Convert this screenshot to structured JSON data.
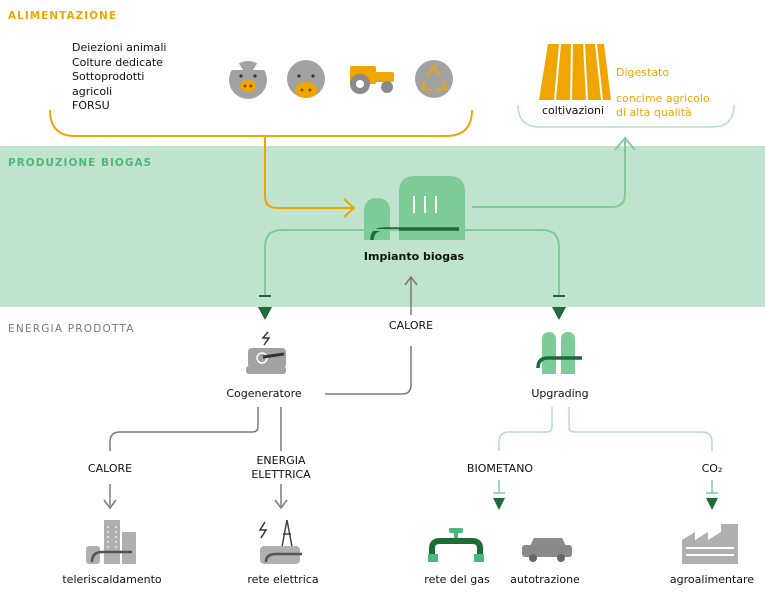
{
  "sections": {
    "alimentazione": "ALIMENTAZIONE",
    "produzione": "PRODUZIONE BIOGAS",
    "energia": "ENERGIA PRODOTTA"
  },
  "inputs": [
    "Deiezioni animali",
    "Colture dedicate",
    "Sottoprodotti",
    "agricoli",
    "FORSU"
  ],
  "input_icons": [
    "pig-icon",
    "cow-icon",
    "tractor-icon",
    "recycle-icon"
  ],
  "field": {
    "label": "coltivazioni",
    "digestato": "Digestato",
    "concime_line1": "concime agricolo",
    "concime_line2": "di alta qualità"
  },
  "plant": {
    "label": "Impianto biogas"
  },
  "calore_return": "CALORE",
  "cogeneratore": {
    "label": "Cogeneratore",
    "calore": "CALORE",
    "energia_line1": "ENERGIA",
    "energia_line2": "ELETTRICA"
  },
  "upgrading": {
    "label": "Upgrading",
    "biometano": "BIOMETANO",
    "co2": "CO₂"
  },
  "outputs": {
    "teleriscaldamento": "teleriscaldamento",
    "rete_elettrica": "rete elettrica",
    "rete_gas": "rete del gas",
    "autotrazione": "autotrazione",
    "agroalimentare": "agroalimentare"
  },
  "colors": {
    "orange": "#f0a500",
    "green": "#4cb87a",
    "dark_green": "#1e6b3a",
    "light_green": "#7dcc98",
    "band": "#bfe3cc",
    "gray_icon": "#9a9a9a",
    "gray_line": "#7a7a7a"
  }
}
